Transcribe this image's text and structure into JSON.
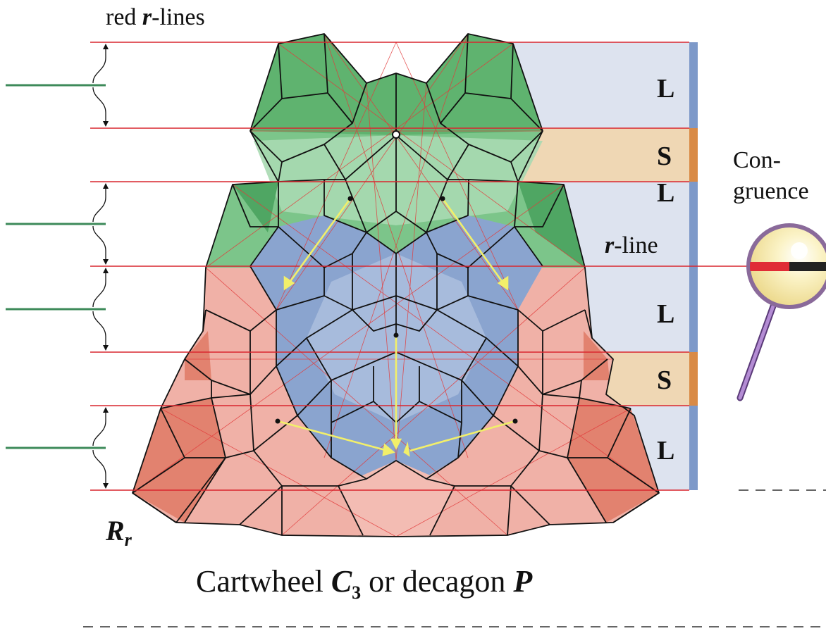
{
  "top_label": {
    "prefix": "red ",
    "bold": "r",
    "suffix": "-lines"
  },
  "bands": [
    {
      "letter": "L"
    },
    {
      "letter": "S"
    },
    {
      "letter": "L"
    },
    {
      "letter": "L"
    },
    {
      "letter": "S"
    },
    {
      "letter": "L"
    }
  ],
  "rline_label": {
    "bold": "r",
    "suffix": "-line"
  },
  "congruence": {
    "line1": "Con-",
    "line2": "gruence"
  },
  "region_label": {
    "letter": "R",
    "sub": "r"
  },
  "caption": {
    "prefix": "Cartwheel ",
    "c": "C",
    "c_sub": "3",
    "middle": " or decagon ",
    "p": "P"
  },
  "colors": {
    "red_line": "#d9262f",
    "green_tile": "#5fb36f",
    "green_light": "#9dd3a8",
    "blue_tile": "#8aa4cf",
    "red_tile": "#e98c7f",
    "red_light": "#f2b6ad",
    "band_L": "#dde3ef",
    "band_S": "#efd7b4",
    "stripe_L": "#7d99c9",
    "stripe_S": "#d98a45",
    "arrow": "#f2ef6a",
    "green_marker": "#3d8a5a"
  }
}
